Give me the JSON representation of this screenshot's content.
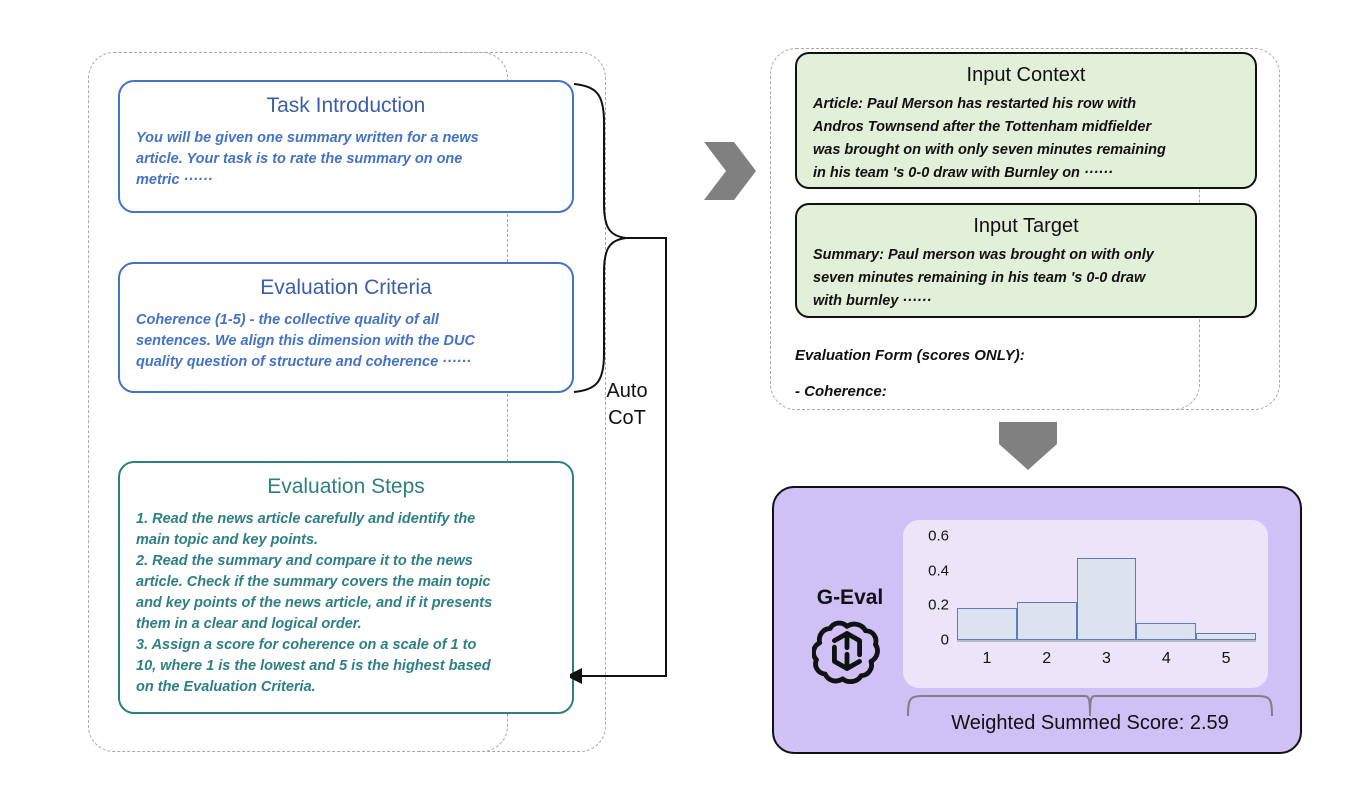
{
  "left_panel": {
    "boxes": [
      {
        "id": "task-introduction",
        "title": "Task Introduction",
        "body": "You will be given one summary written for a news\narticle. Your task is to rate the summary on one\nmetric ······",
        "accent": "#4472c4"
      },
      {
        "id": "evaluation-criteria",
        "title": "Evaluation Criteria",
        "body": "Coherence (1-5) -  the collective quality of all\nsentences. We align this dimension with the DUC\nquality question of structure and coherence ······",
        "accent": "#4472c4"
      },
      {
        "id": "evaluation-steps",
        "title": "Evaluation Steps",
        "body": "1.  Read the news article carefully and identify the\nmain topic and key points.\n2.  Read the summary and compare it to the news\narticle. Check if the summary covers the main topic\nand key points of the news article, and if it presents\nthem in a clear and logical order.\n3.  Assign a score for coherence on a scale of 1 to\n10, where 1 is the lowest and 5 is the highest based\non the Evaluation Criteria.",
        "accent": "#2e7f83"
      }
    ],
    "auto_cot_label": "Auto\nCoT"
  },
  "right_panel": {
    "boxes": [
      {
        "id": "input-context",
        "title": "Input Context",
        "body": "Article: Paul Merson has restarted his row with\nAndros Townsend after the Tottenham midfielder\nwas brought on with only seven minutes remaining\nin his team 's 0-0 draw with Burnley on ······"
      },
      {
        "id": "input-target",
        "title": "Input Target",
        "body": "Summary: Paul merson was brought on with only\nseven minutes remaining in his team 's 0-0 draw\nwith burnley ······"
      }
    ],
    "evaluation_form_label": "Evaluation Form (scores ONLY):",
    "coherence_label": "- Coherence:"
  },
  "geval": {
    "label": "G-Eval",
    "logo_icon": "openai-logo-icon",
    "score_text": "Weighted Summed Score: 2.59"
  },
  "chart_data": {
    "type": "bar",
    "title": "",
    "xlabel": "",
    "ylabel": "",
    "categories": [
      "1",
      "2",
      "3",
      "4",
      "5"
    ],
    "values": [
      0.185,
      0.22,
      0.475,
      0.1,
      0.04
    ],
    "ylim": [
      0,
      0.6
    ],
    "yticks": [
      0,
      0.2,
      0.4,
      0.6
    ],
    "ytick_labels": [
      "0",
      "0.2",
      "0.4",
      "0.6"
    ],
    "grid": false,
    "legend": "none",
    "bar_fill": "#dde3ee",
    "bar_stroke": "#5b7cc0",
    "annotation": "Weighted Summed Score: 2.59"
  },
  "colors": {
    "blue_accent": "#4472c4",
    "teal_accent": "#2e7f83",
    "green_fill": "#e2efd9",
    "purple_panel": "#cfc0f5",
    "chart_card": "#ece5f9",
    "arrow_grey": "#808080",
    "dash_border": "#a9a9a9"
  },
  "icons": {
    "chevron_right": "chevron-right-icon",
    "chevron_down": "chevron-down-icon",
    "brace_left": "curly-brace-icon",
    "brace_bottom": "bottom-brace-icon",
    "arrow_to_steps": "arrow-left-icon"
  }
}
